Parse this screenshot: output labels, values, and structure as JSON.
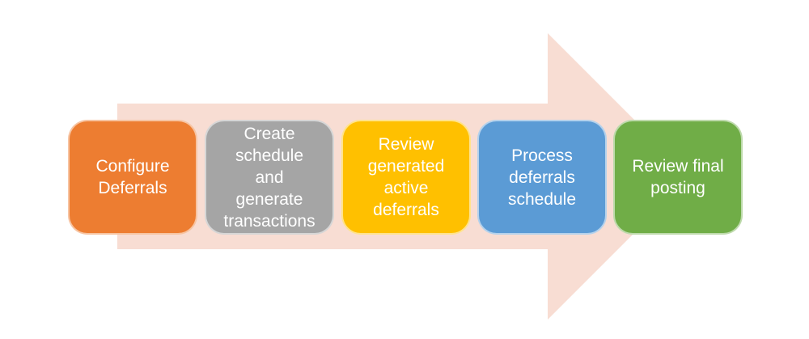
{
  "diagram": {
    "type": "horizontal-process-arrow",
    "background_color": "#ffffff",
    "arrow_color": "#F8DDD3",
    "text_color": "#FFFFFF",
    "steps": [
      {
        "id": "configure-deferrals",
        "label": "Configure\nDeferrals",
        "color": "#ED7D31"
      },
      {
        "id": "create-schedule-generate-transactions",
        "label": "Create\nschedule\nand\ngenerate\ntransactions",
        "color": "#A5A5A5"
      },
      {
        "id": "review-generated-active-deferrals",
        "label": "Review\ngenerated\nactive\ndeferrals",
        "color": "#FFC000"
      },
      {
        "id": "process-deferrals-schedule",
        "label": "Process\ndeferrals\nschedule",
        "color": "#5B9BD5"
      },
      {
        "id": "review-final-posting",
        "label": "Review final\nposting",
        "color": "#70AD47"
      }
    ]
  }
}
